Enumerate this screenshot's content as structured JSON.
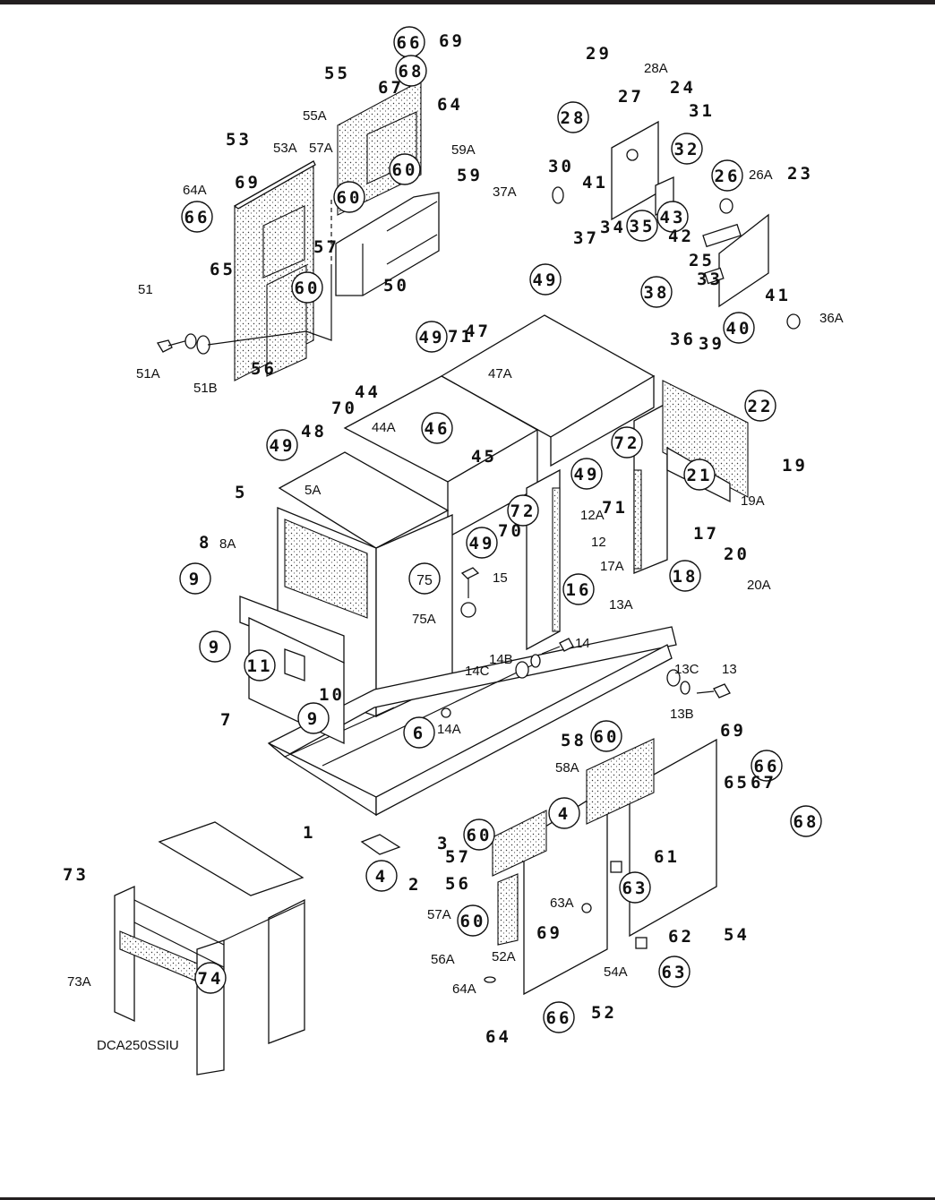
{
  "diagram": {
    "title": "",
    "model_label": "DCA250SSIU",
    "colors": {
      "ink": "#111111",
      "rule": "#231f20",
      "paper": "#ffffff"
    },
    "callouts": [
      {
        "id": "c66a",
        "text": "66",
        "style": "circle"
      },
      {
        "id": "c69a",
        "text": "69",
        "style": "bold"
      },
      {
        "id": "c68a",
        "text": "68",
        "style": "circle"
      },
      {
        "id": "c55",
        "text": "55",
        "style": "bold"
      },
      {
        "id": "c67a",
        "text": "67",
        "style": "bold"
      },
      {
        "id": "c64a",
        "text": "64",
        "style": "bold"
      },
      {
        "id": "c55A",
        "text": "55A",
        "style": "thin"
      },
      {
        "id": "c59A",
        "text": "59A",
        "style": "thin"
      },
      {
        "id": "c53",
        "text": "53",
        "style": "bold"
      },
      {
        "id": "c53A",
        "text": "53A",
        "style": "thin"
      },
      {
        "id": "c57A_top",
        "text": "57A",
        "style": "thin"
      },
      {
        "id": "c60a",
        "text": "60",
        "style": "circle"
      },
      {
        "id": "c59",
        "text": "59",
        "style": "bold"
      },
      {
        "id": "c60b",
        "text": "60",
        "style": "circle"
      },
      {
        "id": "c64A_top",
        "text": "64A",
        "style": "thin"
      },
      {
        "id": "c69b",
        "text": "69",
        "style": "bold"
      },
      {
        "id": "c66b",
        "text": "66",
        "style": "circle"
      },
      {
        "id": "c65a",
        "text": "65",
        "style": "bold"
      },
      {
        "id": "c57_top",
        "text": "57",
        "style": "bold"
      },
      {
        "id": "c50",
        "text": "50",
        "style": "bold"
      },
      {
        "id": "c60c",
        "text": "60",
        "style": "circle"
      },
      {
        "id": "c51",
        "text": "51",
        "style": "thin"
      },
      {
        "id": "c51A",
        "text": "51A",
        "style": "thin"
      },
      {
        "id": "c51B",
        "text": "51B",
        "style": "thin"
      },
      {
        "id": "c56_top",
        "text": "56",
        "style": "bold"
      },
      {
        "id": "c29",
        "text": "29",
        "style": "bold"
      },
      {
        "id": "c28A",
        "text": "28A",
        "style": "thin"
      },
      {
        "id": "c27",
        "text": "27",
        "style": "bold"
      },
      {
        "id": "c24",
        "text": "24",
        "style": "bold"
      },
      {
        "id": "c28",
        "text": "28",
        "style": "circle"
      },
      {
        "id": "c31",
        "text": "31",
        "style": "bold"
      },
      {
        "id": "c32",
        "text": "32",
        "style": "circle"
      },
      {
        "id": "c30",
        "text": "30",
        "style": "bold"
      },
      {
        "id": "c26",
        "text": "26",
        "style": "circle"
      },
      {
        "id": "c26A",
        "text": "26A",
        "style": "thin"
      },
      {
        "id": "c23",
        "text": "23",
        "style": "bold"
      },
      {
        "id": "c37A",
        "text": "37A",
        "style": "thin"
      },
      {
        "id": "c41a",
        "text": "41",
        "style": "bold"
      },
      {
        "id": "c43",
        "text": "43",
        "style": "circle"
      },
      {
        "id": "c37",
        "text": "37",
        "style": "bold"
      },
      {
        "id": "c34",
        "text": "34",
        "style": "bold"
      },
      {
        "id": "c35",
        "text": "35",
        "style": "circle"
      },
      {
        "id": "c42",
        "text": "42",
        "style": "bold"
      },
      {
        "id": "c25",
        "text": "25",
        "style": "bold"
      },
      {
        "id": "c38",
        "text": "38",
        "style": "circle"
      },
      {
        "id": "c33",
        "text": "33",
        "style": "bold"
      },
      {
        "id": "c41b",
        "text": "41",
        "style": "bold"
      },
      {
        "id": "c36A",
        "text": "36A",
        "style": "thin"
      },
      {
        "id": "c36",
        "text": "36",
        "style": "bold"
      },
      {
        "id": "c39",
        "text": "39",
        "style": "bold"
      },
      {
        "id": "c40",
        "text": "40",
        "style": "circle"
      },
      {
        "id": "c49a",
        "text": "49",
        "style": "circle"
      },
      {
        "id": "c47",
        "text": "47",
        "style": "bold"
      },
      {
        "id": "c49b",
        "text": "49",
        "style": "circle"
      },
      {
        "id": "c71a",
        "text": "71",
        "style": "bold"
      },
      {
        "id": "c47A",
        "text": "47A",
        "style": "thin"
      },
      {
        "id": "c44",
        "text": "44",
        "style": "bold"
      },
      {
        "id": "c70a",
        "text": "70",
        "style": "bold"
      },
      {
        "id": "c44A",
        "text": "44A",
        "style": "thin"
      },
      {
        "id": "c46",
        "text": "46",
        "style": "circle"
      },
      {
        "id": "c45",
        "text": "45",
        "style": "bold"
      },
      {
        "id": "c49c",
        "text": "49",
        "style": "circle"
      },
      {
        "id": "c48",
        "text": "48",
        "style": "bold"
      },
      {
        "id": "c5",
        "text": "5",
        "style": "bold"
      },
      {
        "id": "c5A",
        "text": "5A",
        "style": "thin"
      },
      {
        "id": "c22",
        "text": "22",
        "style": "circle"
      },
      {
        "id": "c19",
        "text": "19",
        "style": "bold"
      },
      {
        "id": "c72a",
        "text": "72",
        "style": "circle"
      },
      {
        "id": "c49d",
        "text": "49",
        "style": "circle"
      },
      {
        "id": "c71b",
        "text": "71",
        "style": "bold"
      },
      {
        "id": "c21",
        "text": "21",
        "style": "circle"
      },
      {
        "id": "c19A",
        "text": "19A",
        "style": "thin"
      },
      {
        "id": "c72b",
        "text": "72",
        "style": "circle"
      },
      {
        "id": "c12A",
        "text": "12A",
        "style": "thin"
      },
      {
        "id": "c12",
        "text": "12",
        "style": "thin"
      },
      {
        "id": "c17",
        "text": "17",
        "style": "bold"
      },
      {
        "id": "c20",
        "text": "20",
        "style": "bold"
      },
      {
        "id": "c49e",
        "text": "49",
        "style": "circle"
      },
      {
        "id": "c70b",
        "text": "70",
        "style": "bold"
      },
      {
        "id": "c17A",
        "text": "17A",
        "style": "thin"
      },
      {
        "id": "c18",
        "text": "18",
        "style": "circle"
      },
      {
        "id": "c20A",
        "text": "20A",
        "style": "thin"
      },
      {
        "id": "c8",
        "text": "8",
        "style": "bold"
      },
      {
        "id": "c8A",
        "text": "8A",
        "style": "thin"
      },
      {
        "id": "c75",
        "text": "75",
        "style": "circle-thin"
      },
      {
        "id": "c15",
        "text": "15",
        "style": "thin"
      },
      {
        "id": "c16",
        "text": "16",
        "style": "circle"
      },
      {
        "id": "c9a",
        "text": "9",
        "style": "circle"
      },
      {
        "id": "c75A",
        "text": "75A",
        "style": "thin"
      },
      {
        "id": "c13A",
        "text": "13A",
        "style": "thin"
      },
      {
        "id": "c9b",
        "text": "9",
        "style": "circle"
      },
      {
        "id": "c14",
        "text": "14",
        "style": "thin"
      },
      {
        "id": "c14B",
        "text": "14B",
        "style": "thin"
      },
      {
        "id": "c13C",
        "text": "13C",
        "style": "thin"
      },
      {
        "id": "c11",
        "text": "11",
        "style": "circle"
      },
      {
        "id": "c14C",
        "text": "14C",
        "style": "thin"
      },
      {
        "id": "c13",
        "text": "13",
        "style": "thin"
      },
      {
        "id": "c10",
        "text": "10",
        "style": "bold"
      },
      {
        "id": "c13B",
        "text": "13B",
        "style": "thin"
      },
      {
        "id": "c7",
        "text": "7",
        "style": "bold"
      },
      {
        "id": "c9c",
        "text": "9",
        "style": "circle"
      },
      {
        "id": "c6",
        "text": "6",
        "style": "circle"
      },
      {
        "id": "c14A",
        "text": "14A",
        "style": "thin"
      },
      {
        "id": "c58",
        "text": "58",
        "style": "bold"
      },
      {
        "id": "c60d",
        "text": "60",
        "style": "circle"
      },
      {
        "id": "c69c",
        "text": "69",
        "style": "bold"
      },
      {
        "id": "c66c",
        "text": "66",
        "style": "circle"
      },
      {
        "id": "c58A",
        "text": "58A",
        "style": "thin"
      },
      {
        "id": "c65b",
        "text": "65",
        "style": "bold"
      },
      {
        "id": "c67b",
        "text": "67",
        "style": "bold"
      },
      {
        "id": "c68b",
        "text": "68",
        "style": "circle"
      },
      {
        "id": "c4a",
        "text": "4",
        "style": "circle"
      },
      {
        "id": "c1",
        "text": "1",
        "style": "bold"
      },
      {
        "id": "c3",
        "text": "3",
        "style": "bold"
      },
      {
        "id": "c60e",
        "text": "60",
        "style": "circle"
      },
      {
        "id": "c61",
        "text": "61",
        "style": "bold"
      },
      {
        "id": "c57",
        "text": "57",
        "style": "bold"
      },
      {
        "id": "c2",
        "text": "2",
        "style": "bold"
      },
      {
        "id": "c4b",
        "text": "4",
        "style": "circle"
      },
      {
        "id": "c63a",
        "text": "63",
        "style": "circle"
      },
      {
        "id": "c57A",
        "text": "57A",
        "style": "thin"
      },
      {
        "id": "c56",
        "text": "56",
        "style": "bold"
      },
      {
        "id": "c63A",
        "text": "63A",
        "style": "thin"
      },
      {
        "id": "c54",
        "text": "54",
        "style": "bold"
      },
      {
        "id": "c60f",
        "text": "60",
        "style": "circle"
      },
      {
        "id": "c62",
        "text": "62",
        "style": "bold"
      },
      {
        "id": "c56A",
        "text": "56A",
        "style": "thin"
      },
      {
        "id": "c52A",
        "text": "52A",
        "style": "thin"
      },
      {
        "id": "c69d",
        "text": "69",
        "style": "bold"
      },
      {
        "id": "c54A",
        "text": "54A",
        "style": "thin"
      },
      {
        "id": "c63b",
        "text": "63",
        "style": "circle"
      },
      {
        "id": "c64A",
        "text": "64A",
        "style": "thin"
      },
      {
        "id": "c52",
        "text": "52",
        "style": "bold"
      },
      {
        "id": "c66d",
        "text": "66",
        "style": "circle"
      },
      {
        "id": "c64b",
        "text": "64",
        "style": "bold"
      },
      {
        "id": "c73",
        "text": "73",
        "style": "bold"
      },
      {
        "id": "c73A",
        "text": "73A",
        "style": "thin"
      },
      {
        "id": "c74",
        "text": "74",
        "style": "circle"
      }
    ]
  }
}
